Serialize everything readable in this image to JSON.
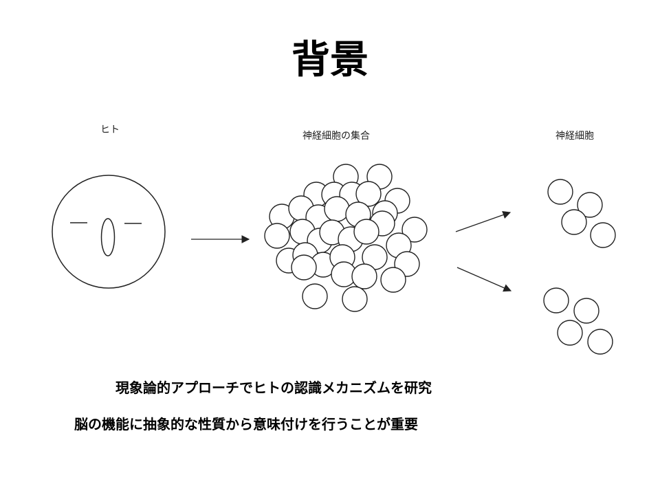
{
  "slide": {
    "title": "背景",
    "labels": {
      "human": "ヒト",
      "neuron_cluster": "神経細胞の集合",
      "neurons": "神経細胞"
    },
    "bullets": [
      "現象論的アプローチでヒトの認識メカニズムを研究",
      "脳の機能に抽象的な性質から意味付けを行うことが重要"
    ]
  },
  "colors": {
    "text": "#000000",
    "stroke": "#222222",
    "background": "#ffffff"
  }
}
